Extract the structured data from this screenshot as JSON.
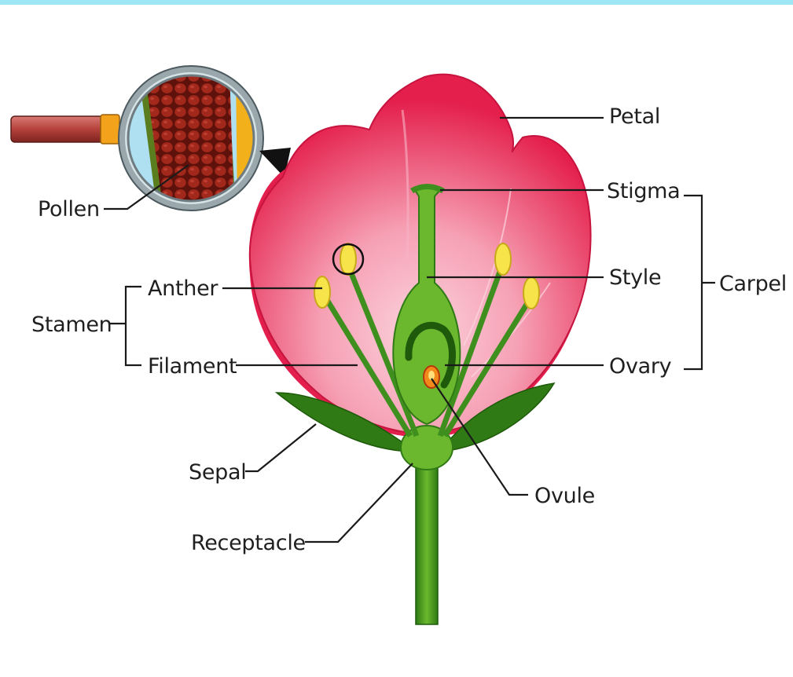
{
  "labels": {
    "pollen": "Pollen",
    "petal": "Petal",
    "stigma": "Stigma",
    "style": "Style",
    "carpel": "Carpel",
    "ovary": "Ovary",
    "anther": "Anther",
    "stamen": "Stamen",
    "filament": "Filament",
    "sepal": "Sepal",
    "ovule": "Ovule",
    "receptacle": "Receptacle"
  },
  "colors": {
    "petal": "#e8204e",
    "petal_inner": "#f7b3c4",
    "stem": "#3f8f1f",
    "stem_light": "#7cc23a",
    "anther": "#f7e44a",
    "pollen_grain": "#8e1e14",
    "magnifier_rim": "#a9b4b8",
    "handle": "#c0504d",
    "accent_bar": "#9ee6f5"
  }
}
